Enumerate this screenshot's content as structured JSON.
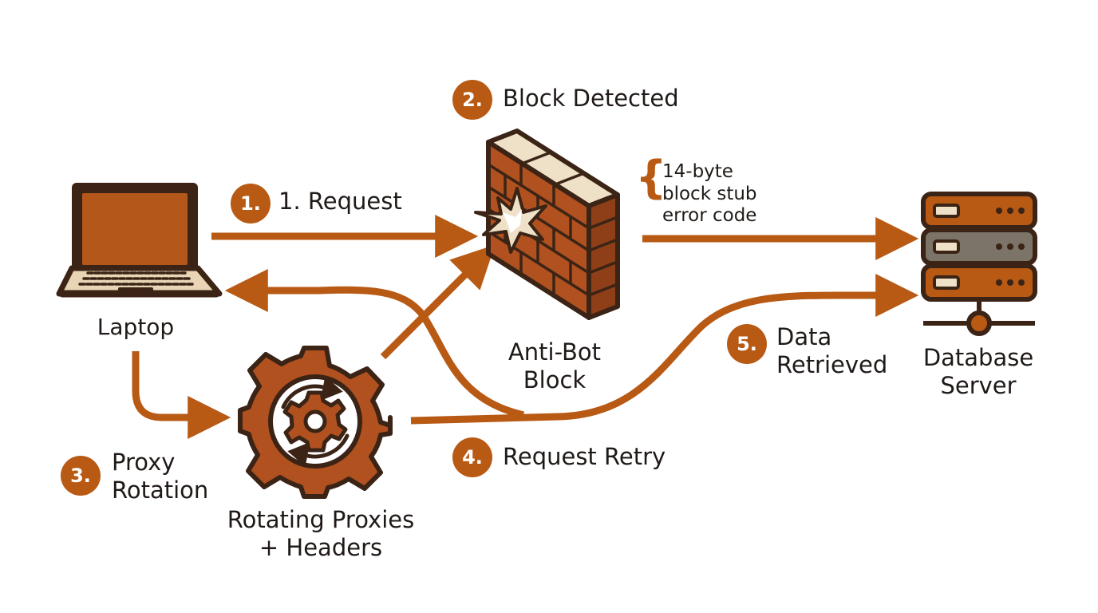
{
  "colors": {
    "accent": "#b85a14",
    "outline": "#3b2416",
    "screen": "#b4571a",
    "keyboard_deck": "#e9d5b5",
    "brick": "#b1511f",
    "brick_cap": "#efe1c7",
    "server_grey": "#7c7468",
    "text": "#1f1a17"
  },
  "icons": [
    "laptop-icon",
    "firewall-brick-wall-icon",
    "impact-burst-icon",
    "gear-icon",
    "rotate-arrows-icon",
    "database-server-icon"
  ],
  "steps": [
    {
      "badge": "1.",
      "label": "1. Request"
    },
    {
      "badge": "2.",
      "label": "Block Detected"
    },
    {
      "badge": "3.",
      "label": [
        "Proxy",
        "Rotation"
      ]
    },
    {
      "badge": "4.",
      "label": "Request Retry"
    },
    {
      "badge": "5.",
      "label": [
        "Data",
        "Retrieved"
      ]
    }
  ],
  "nodes": {
    "laptop": "Laptop",
    "firewall": [
      "Anti-Bot",
      "Block"
    ],
    "proxies": [
      "Rotating Proxies",
      "+ Headers"
    ],
    "server": [
      "Database",
      "Server"
    ]
  },
  "annotation": {
    "brace": "{",
    "lines": [
      "14-byte",
      "block stub",
      "error code"
    ]
  }
}
